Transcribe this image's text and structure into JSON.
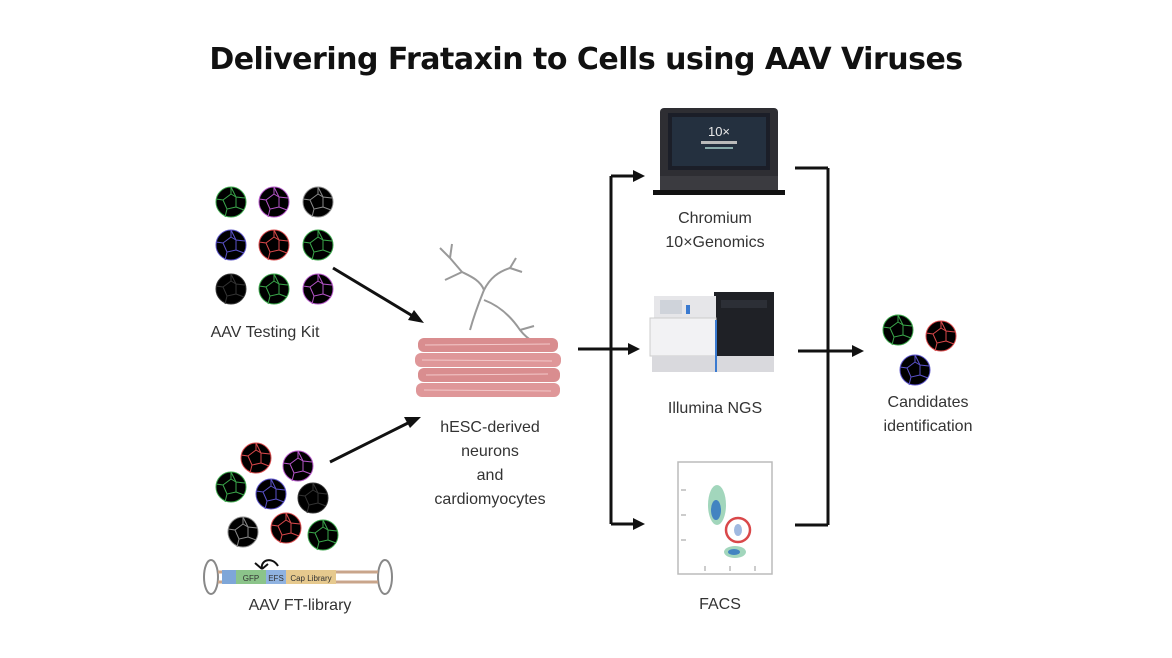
{
  "title": "Delivering Frataxin to Cells using AAV Viruses",
  "labels": {
    "aav_kit": "AAV Testing Kit",
    "aav_library": "AAV FT-library",
    "hesc_line1": "hESC-derived",
    "hesc_line2": "neurons",
    "hesc_line3": "and",
    "hesc_line4": "cardiomyocytes",
    "chromium_line1": "Chromium",
    "chromium_line2": "10×Genomics",
    "illumina": "Illumina NGS",
    "facs": "FACS",
    "candidates_line1": "Candidates",
    "candidates_line2": "identification"
  },
  "plasmid": {
    "segment1": "GFP",
    "segment2": "EFS",
    "segment3": "Cap Library"
  },
  "chromium_screen": "10×",
  "colors": {
    "green": "#3aa64a",
    "purple": "#b455c8",
    "gray": "#8a8a8a",
    "blue": "#5a52c8",
    "red": "#d9484a",
    "dark": "#333333",
    "tissue": "#d98d8f",
    "arrow": "#111111"
  }
}
